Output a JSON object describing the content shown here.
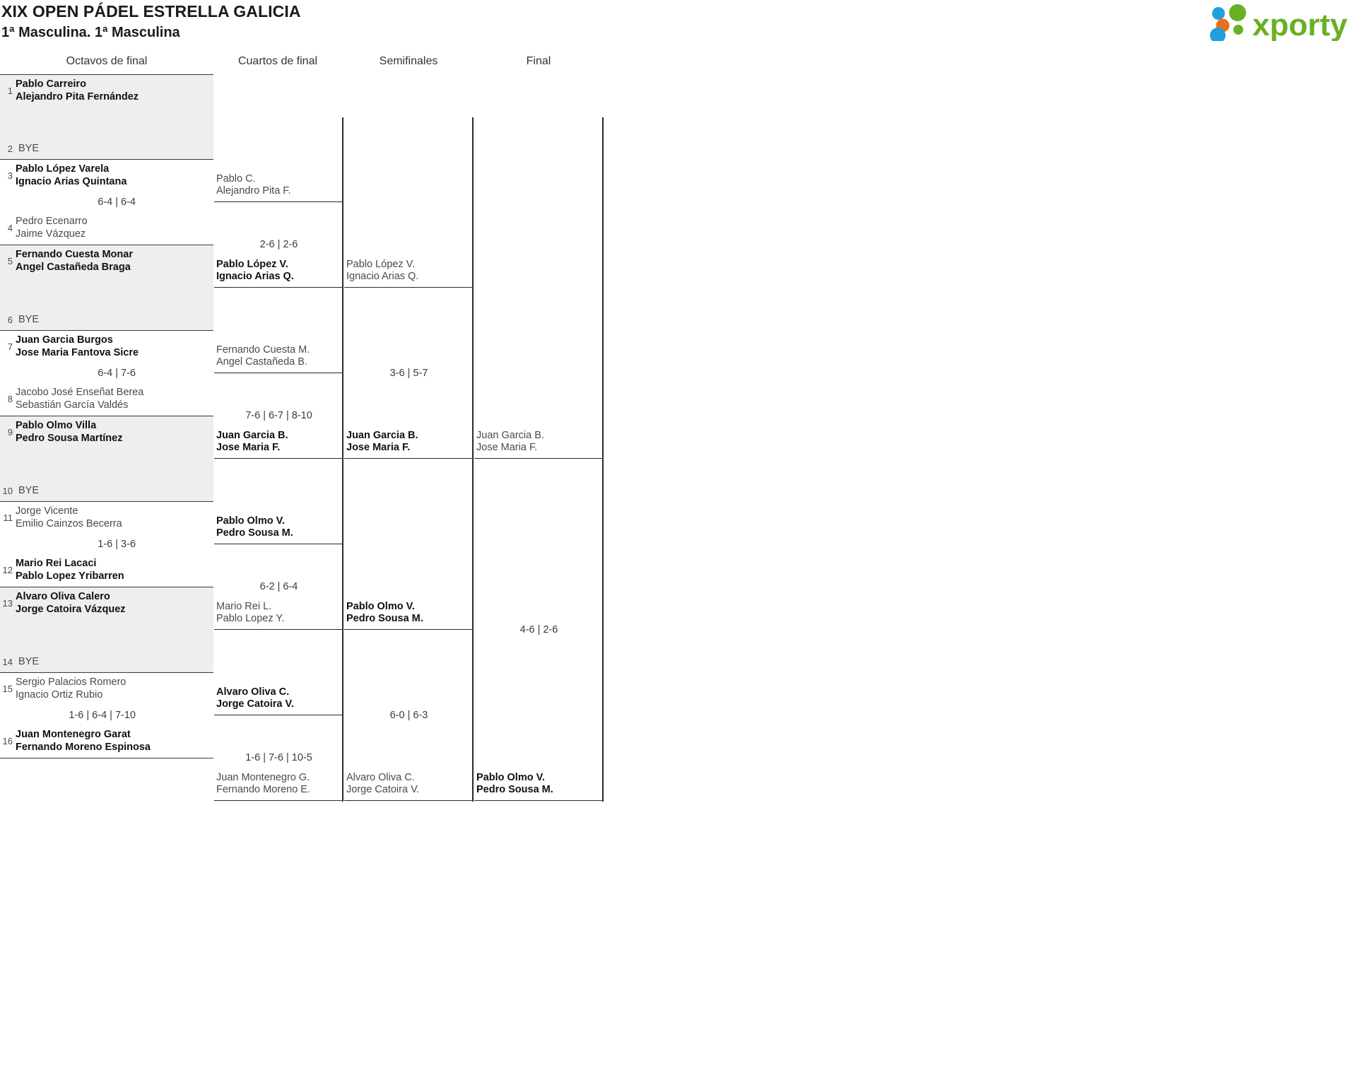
{
  "header": {
    "title": "XIX OPEN PÁDEL ESTRELLA GALICIA",
    "subtitle": "1ª Masculina. 1ª Masculina"
  },
  "logo": {
    "text": "xporty",
    "green": "#6ab023",
    "blue": "#1e9fe0",
    "orange": "#e8721c"
  },
  "rounds": [
    {
      "name": "round-of-16",
      "label": "Octavos de final"
    },
    {
      "name": "quarterfinals",
      "label": "Cuartos de final"
    },
    {
      "name": "semifinals",
      "label": "Semifinales"
    },
    {
      "name": "final",
      "label": "Final"
    }
  ],
  "round1": [
    {
      "seed_top": "1",
      "top_l1": "Pablo Carreiro",
      "top_l2": "Alejandro Pita Fernández",
      "top_win": true,
      "seed_bot": "2",
      "bot_l1": "BYE",
      "bot_l2": "",
      "bot_win": false,
      "bot_is_bye": true,
      "score": ""
    },
    {
      "seed_top": "3",
      "top_l1": "Pablo López Varela",
      "top_l2": "Ignacio Arias Quintana",
      "top_win": true,
      "seed_bot": "4",
      "bot_l1": "Pedro Ecenarro",
      "bot_l2": "Jaime Vázquez",
      "bot_win": false,
      "bot_is_bye": false,
      "score": "6-4 | 6-4"
    },
    {
      "seed_top": "5",
      "top_l1": "Fernando Cuesta Monar",
      "top_l2": "Angel Castañeda Braga",
      "top_win": true,
      "seed_bot": "6",
      "bot_l1": "BYE",
      "bot_l2": "",
      "bot_win": false,
      "bot_is_bye": true,
      "score": ""
    },
    {
      "seed_top": "7",
      "top_l1": "Juan Garcia Burgos",
      "top_l2": "Jose Maria Fantova Sicre",
      "top_win": true,
      "seed_bot": "8",
      "bot_l1": "Jacobo José Enseñat Berea",
      "bot_l2": "Sebastián García Valdés",
      "bot_win": false,
      "bot_is_bye": false,
      "score": "6-4 | 7-6"
    },
    {
      "seed_top": "9",
      "top_l1": "Pablo Olmo Villa",
      "top_l2": "Pedro Sousa Martínez",
      "top_win": true,
      "seed_bot": "10",
      "bot_l1": "BYE",
      "bot_l2": "",
      "bot_win": false,
      "bot_is_bye": true,
      "score": ""
    },
    {
      "seed_top": "11",
      "top_l1": "Jorge Vicente",
      "top_l2": "Emilio Cainzos Becerra",
      "top_win": false,
      "seed_bot": "12",
      "bot_l1": "Mario Rei Lacaci",
      "bot_l2": "Pablo Lopez Yribarren",
      "bot_win": true,
      "bot_is_bye": false,
      "score": "1-6 | 3-6"
    },
    {
      "seed_top": "13",
      "top_l1": "Alvaro Oliva Calero",
      "top_l2": "Jorge Catoira Vázquez",
      "top_win": true,
      "seed_bot": "14",
      "bot_l1": "BYE",
      "bot_l2": "",
      "bot_win": false,
      "bot_is_bye": true,
      "score": ""
    },
    {
      "seed_top": "15",
      "top_l1": "Sergio Palacios Romero",
      "top_l2": "Ignacio Ortiz Rubio",
      "top_win": false,
      "seed_bot": "16",
      "bot_l1": "Juan Montenegro Garat",
      "bot_l2": "Fernando Moreno Espinosa",
      "bot_win": true,
      "bot_is_bye": false,
      "score": "1-6 | 6-4 | 7-10"
    }
  ],
  "round2": [
    {
      "top_l1": "Pablo C.",
      "top_l2": "Alejandro Pita F.",
      "top_win": false,
      "bot_l1": "Pablo López V.",
      "bot_l2": "Ignacio Arias Q.",
      "bot_win": true,
      "score": "2-6 | 2-6"
    },
    {
      "top_l1": "Fernando Cuesta M.",
      "top_l2": "Angel Castañeda B.",
      "top_win": false,
      "bot_l1": "Juan Garcia B.",
      "bot_l2": "Jose Maria F.",
      "bot_win": true,
      "score": "7-6 | 6-7 | 8-10"
    },
    {
      "top_l1": "Pablo Olmo V.",
      "top_l2": "Pedro Sousa M.",
      "top_win": true,
      "bot_l1": "Mario Rei L.",
      "bot_l2": "Pablo Lopez Y.",
      "bot_win": false,
      "score": "6-2 | 6-4"
    },
    {
      "top_l1": "Alvaro Oliva C.",
      "top_l2": "Jorge Catoira V.",
      "top_win": true,
      "bot_l1": "Juan Montenegro G.",
      "bot_l2": "Fernando Moreno E.",
      "bot_win": false,
      "score": "1-6 | 7-6 | 10-5"
    }
  ],
  "round3": [
    {
      "top_l1": "Pablo López V.",
      "top_l2": "Ignacio Arias Q.",
      "top_win": false,
      "bot_l1": "Juan Garcia B.",
      "bot_l2": "Jose Maria F.",
      "bot_win": true,
      "score": "3-6 | 5-7"
    },
    {
      "top_l1": "Pablo Olmo V.",
      "top_l2": "Pedro Sousa M.",
      "top_win": true,
      "bot_l1": "Alvaro Oliva C.",
      "bot_l2": "Jorge Catoira V.",
      "bot_win": false,
      "score": "6-0 | 6-3"
    }
  ],
  "round4": [
    {
      "top_l1": "Juan Garcia B.",
      "top_l2": "Jose Maria F.",
      "top_win": false,
      "bot_l1": "Pablo Olmo V.",
      "bot_l2": "Pedro Sousa M.",
      "bot_win": true,
      "score": "4-6 | 2-6"
    }
  ]
}
